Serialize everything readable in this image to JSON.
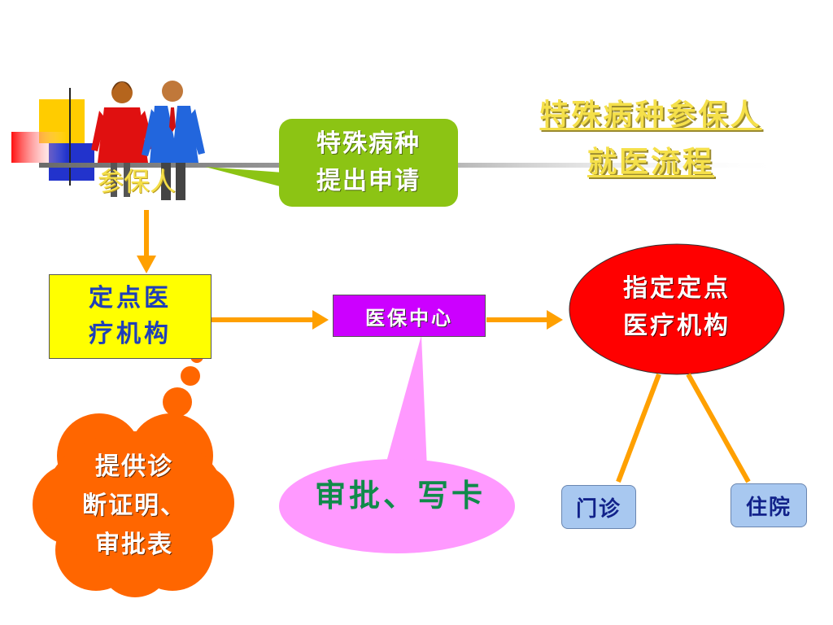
{
  "title": {
    "line1": "特殊病种参保人",
    "line2": "就医流程"
  },
  "person_label": "参保人",
  "callout": {
    "line1": "特殊病种",
    "line2": "提出申请"
  },
  "dingdian_box": {
    "line1": "定点医",
    "line2": "疗机构"
  },
  "yibao_box": "医保中心",
  "designated_ellipse": {
    "line1": "指定定点",
    "line2": "医疗机构"
  },
  "cloud": {
    "line1": "提供诊",
    "line2": "断证明、",
    "line3": "审批表"
  },
  "pink_callout": "审批、写卡",
  "outpatient_box": "门诊",
  "inpatient_box": "住院",
  "colors": {
    "title": "#f5e04a",
    "callout_green": "#8cc414",
    "box_yellow": "#ffff00",
    "box_purple": "#cc00ff",
    "ellipse_red": "#ff0000",
    "cloud_orange": "#ff6600",
    "pink": "#ff99ff",
    "arrow_orange": "#ffa000",
    "small_box_blue": "#a8c8f0"
  },
  "icons": [
    "people-clipart-icon",
    "color-blocks-decoration"
  ]
}
